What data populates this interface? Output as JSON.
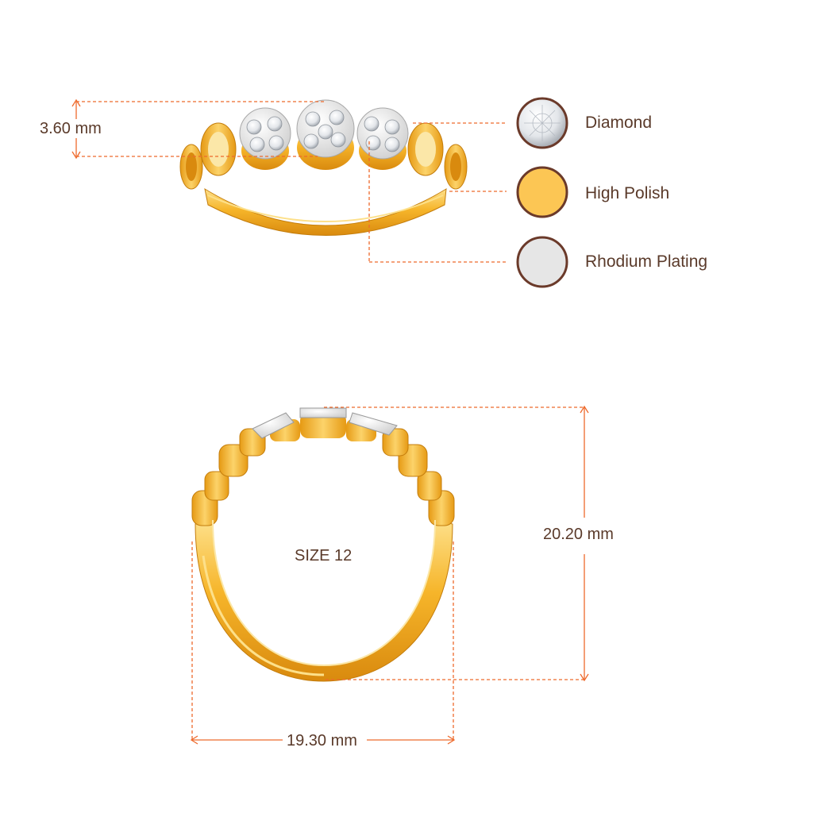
{
  "dimensions": {
    "height_top": "3.60 mm",
    "inner_height": "20.20 mm",
    "inner_width": "19.30 mm",
    "size": "SIZE 12"
  },
  "legend": [
    {
      "label": "Diamond",
      "swatch": "#ededed"
    },
    {
      "label": "High Polish",
      "swatch": "#fcc654"
    },
    {
      "label": "Rhodium Plating",
      "swatch": "#e6e6e6"
    }
  ],
  "colors": {
    "gold": "#f6b52a",
    "gold_dark": "#d98a0e",
    "gold_light": "#fde08a",
    "rhodium": "#e4e4e4",
    "swatch_border": "#6b3a2a",
    "annotation": "#ee6a2c",
    "text": "#5a3a2a"
  }
}
